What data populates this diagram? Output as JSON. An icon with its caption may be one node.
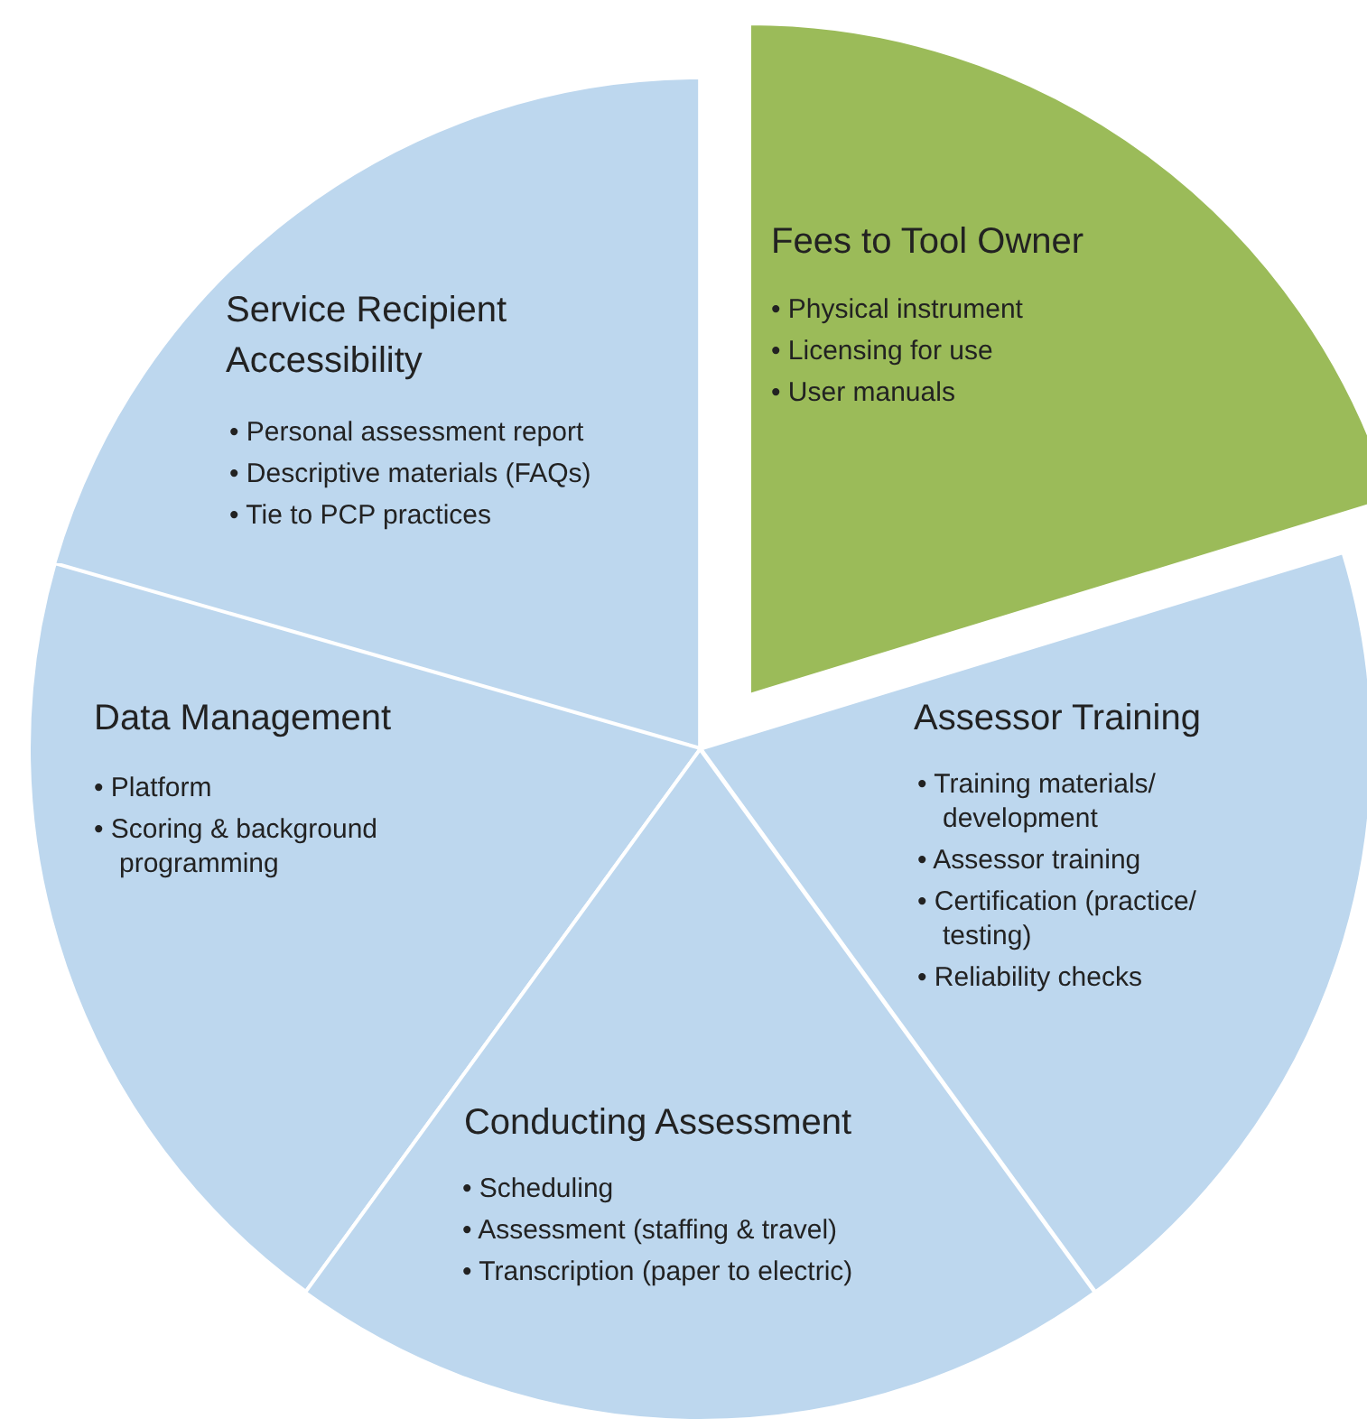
{
  "diagram": {
    "nodes": [
      {
        "text": [
          "Fees to Tool Owner",
          "• Physical instrument",
          "• Licensing for use",
          "• User manuals"
        ]
      },
      {
        "text": [
          "Service Recipient Accessibility",
          "• Personal assessment report",
          "• Descriptive materials (FAQs)",
          "• Tie to PCP practices"
        ]
      },
      {
        "text": [
          "Data Management",
          "• Platform",
          "• Scoring & background programming"
        ]
      },
      {
        "text": [
          "Conducting Assessment",
          "• Scheduling",
          "• Assessment (staffing & travel)",
          "• Transcription (paper to electric)"
        ]
      },
      {
        "text": [
          "Assessor Training",
          "• Training materials/ development",
          "• Assessor training",
          "• Certification (practice/ testing)",
          "• Reliability checks"
        ]
      }
    ]
  }
}
